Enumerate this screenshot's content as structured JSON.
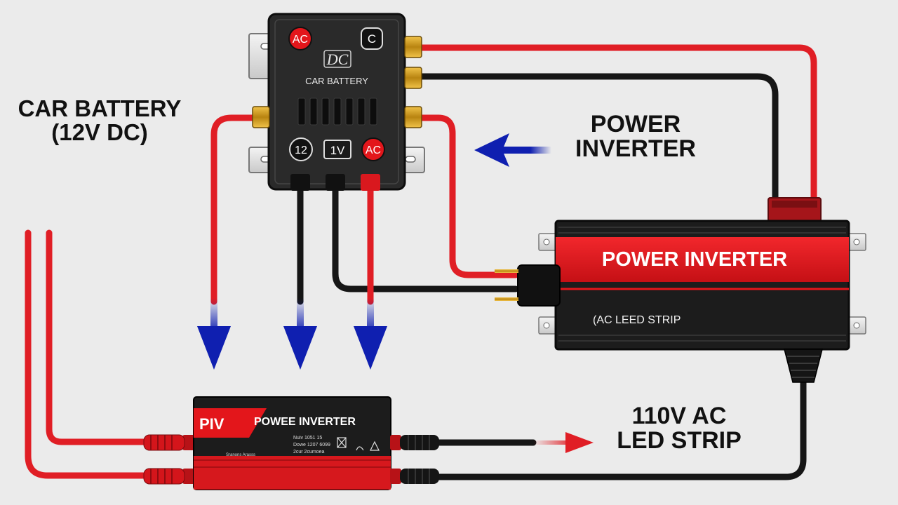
{
  "labels": {
    "car_battery_line1": "CAR BATTERY",
    "car_battery_line2": "(12V DC)",
    "power_inverter_line1": "POWER",
    "power_inverter_line2": "INVERTER",
    "output_line1": "110V AC",
    "output_line2": "LED STRIP"
  },
  "battery": {
    "title": "CAR BATTERY",
    "logo": "DC",
    "top_left_badge": "AC",
    "top_right_badge": "C",
    "bottom_left_badge": "12",
    "bottom_center_badge": "1V",
    "bottom_right_badge": "AC"
  },
  "big_inverter": {
    "title": "POWER INVERTER",
    "subtitle": "(AC LEED STRIP"
  },
  "small_inverter": {
    "brand": "PIV",
    "title": "POWEE INVERTER",
    "spec_lines": [
      "Nuiv 1051 15",
      "Dowe 1207 6099",
      "2cur 2cumoea"
    ],
    "footer": "Sranons Arasss"
  },
  "colors": {
    "background": "#ebebeb",
    "wire_red": "#e01e25",
    "wire_black": "#161616",
    "arrow_blue": "#0f1fb0",
    "housing_black": "#1c1c1c",
    "stripe_red": "#e3161b"
  }
}
